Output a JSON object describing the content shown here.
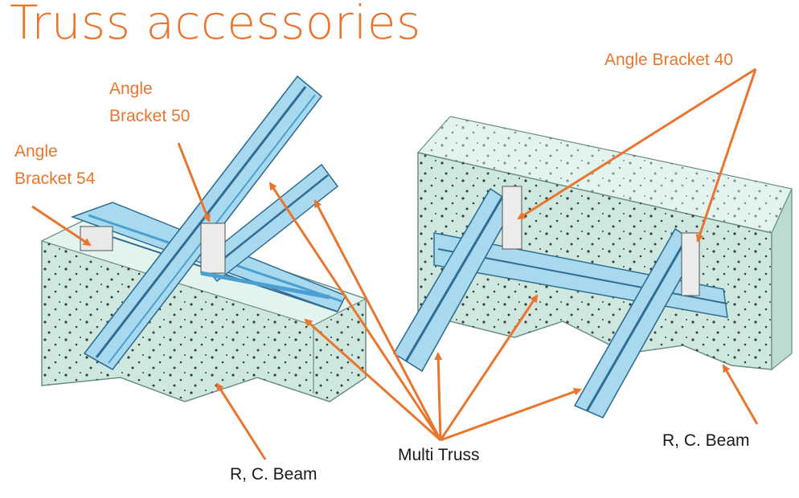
{
  "title": "Truss accessories",
  "labels": {
    "bracket_54": [
      "Angle",
      "Bracket 54"
    ],
    "bracket_50": [
      "Angle",
      "Bracket 50"
    ],
    "bracket_40": "Angle Bracket 40",
    "multi_truss": "Multi Truss",
    "rc_beam_left": "R, C. Beam",
    "rc_beam_right": "R, C. Beam"
  },
  "colors": {
    "accent": "#e8762f",
    "concrete": "#d6ece5",
    "truss": "#9fd3ee",
    "truss_dark": "#4aa0d0",
    "text": "#1a1a1a"
  }
}
